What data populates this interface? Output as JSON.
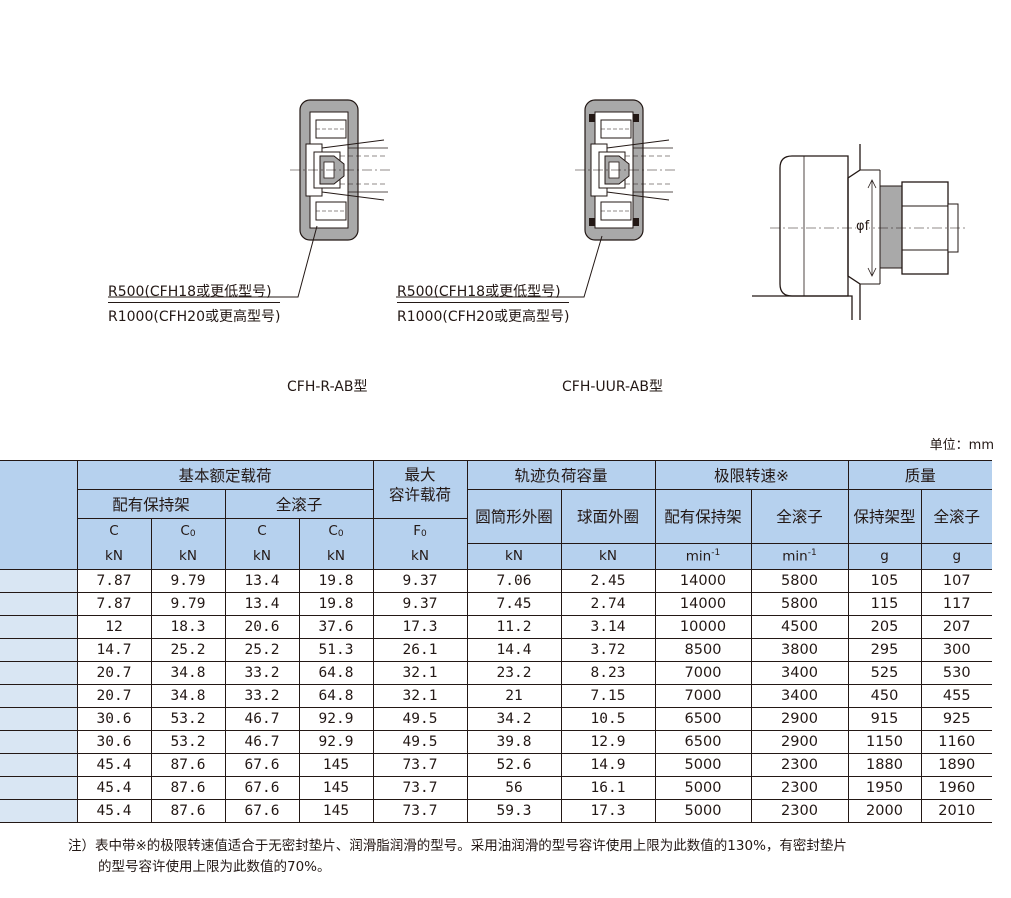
{
  "figures": [
    {
      "caption_line1": "R500(CFH18或更低型号)",
      "caption_line2": "R1000(CFH20或更高型号)",
      "model": "CFH-R-AB型"
    },
    {
      "caption_line1": "R500(CFH18或更低型号)",
      "caption_line2": "R1000(CFH20或更高型号)",
      "model": "CFH-UUR-AB型"
    }
  ],
  "mount_label": "φf",
  "unit_note": "单位：mm",
  "table": {
    "groups": {
      "basic_load": "基本额定载荷",
      "max_load_1": "最大",
      "max_load_2": "容许载荷",
      "track": "轨迹负荷容量",
      "speed": "极限转速※",
      "mass": "质量"
    },
    "sub": {
      "caged": "配有保持架",
      "full": "全滚子",
      "cyl": "圆筒形外圈",
      "sph": "球面外圈",
      "speed_caged": "配有保持架",
      "speed_full": "全滚子",
      "mass_caged": "保持架型",
      "mass_full": "全滚子"
    },
    "symbols": {
      "c": "C",
      "c0": "C",
      "c0_sub": "0",
      "f0": "F",
      "f0_sub": "0"
    },
    "units": {
      "kn": "kN",
      "rpm": "min",
      "rpm_sup": "-1",
      "g": "g"
    },
    "rows": [
      [
        "7.87",
        "9.79",
        "13.4",
        "19.8",
        "9.37",
        "7.06",
        "2.45",
        "14000",
        "5800",
        "105",
        "107"
      ],
      [
        "7.87",
        "9.79",
        "13.4",
        "19.8",
        "9.37",
        "7.45",
        "2.74",
        "14000",
        "5800",
        "115",
        "117"
      ],
      [
        "12",
        "18.3",
        "20.6",
        "37.6",
        "17.3",
        "11.2",
        "3.14",
        "10000",
        "4500",
        "205",
        "207"
      ],
      [
        "14.7",
        "25.2",
        "25.2",
        "51.3",
        "26.1",
        "14.4",
        "3.72",
        "8500",
        "3800",
        "295",
        "300"
      ],
      [
        "20.7",
        "34.8",
        "33.2",
        "64.8",
        "32.1",
        "23.2",
        "8.23",
        "7000",
        "3400",
        "525",
        "530"
      ],
      [
        "20.7",
        "34.8",
        "33.2",
        "64.8",
        "32.1",
        "21",
        "7.15",
        "7000",
        "3400",
        "450",
        "455"
      ],
      [
        "30.6",
        "53.2",
        "46.7",
        "92.9",
        "49.5",
        "34.2",
        "10.5",
        "6500",
        "2900",
        "915",
        "925"
      ],
      [
        "30.6",
        "53.2",
        "46.7",
        "92.9",
        "49.5",
        "39.8",
        "12.9",
        "6500",
        "2900",
        "1150",
        "1160"
      ],
      [
        "45.4",
        "87.6",
        "67.6",
        "145",
        "73.7",
        "52.6",
        "14.9",
        "5000",
        "2300",
        "1880",
        "1890"
      ],
      [
        "45.4",
        "87.6",
        "67.6",
        "145",
        "73.7",
        "56",
        "16.1",
        "5000",
        "2300",
        "1950",
        "1960"
      ],
      [
        "45.4",
        "87.6",
        "67.6",
        "145",
        "73.7",
        "59.3",
        "17.3",
        "5000",
        "2300",
        "2000",
        "2010"
      ]
    ]
  },
  "note_line1": "注）表中带※的极限转速值适合于无密封垫片、润滑脂润滑的型号。采用油润滑的型号容许使用上限为此数值的130%，有密封垫片",
  "note_line2": "的型号容许使用上限为此数值的70%。"
}
